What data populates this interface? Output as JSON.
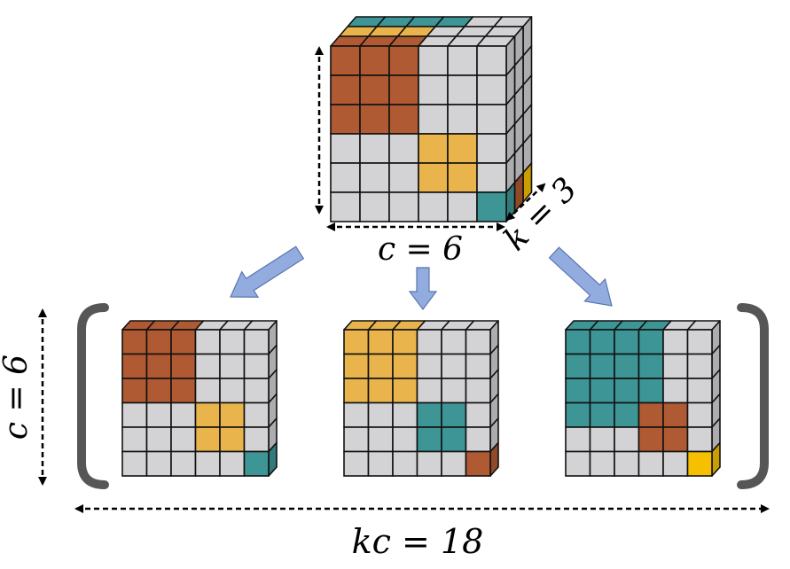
{
  "colors": {
    "rust": "#b05a33",
    "amber": "#e9b44c",
    "teal": "#3d9596",
    "gold": "#f6c000",
    "gray": "#d3d3d5",
    "arrow": "#92acdf",
    "bracket": "#565656"
  },
  "labels": {
    "top_width": "c = 6",
    "top_depth": "k = 3",
    "left_height": "c = 6",
    "bottom_width": "kc = 18"
  },
  "top_cube": {
    "rows": 6,
    "cols": 6,
    "depth": 3,
    "front": [
      [
        "rust",
        "rust",
        "rust",
        "gray",
        "gray",
        "gray"
      ],
      [
        "rust",
        "rust",
        "rust",
        "gray",
        "gray",
        "gray"
      ],
      [
        "rust",
        "rust",
        "rust",
        "gray",
        "gray",
        "gray"
      ],
      [
        "gray",
        "gray",
        "gray",
        "amber",
        "amber",
        "gray"
      ],
      [
        "gray",
        "gray",
        "gray",
        "amber",
        "amber",
        "gray"
      ],
      [
        "gray",
        "gray",
        "gray",
        "gray",
        "gray",
        "teal"
      ]
    ]
  },
  "slices": [
    {
      "front": [
        [
          "rust",
          "rust",
          "rust",
          "gray",
          "gray",
          "gray"
        ],
        [
          "rust",
          "rust",
          "rust",
          "gray",
          "gray",
          "gray"
        ],
        [
          "rust",
          "rust",
          "rust",
          "gray",
          "gray",
          "gray"
        ],
        [
          "gray",
          "gray",
          "gray",
          "amber",
          "amber",
          "gray"
        ],
        [
          "gray",
          "gray",
          "gray",
          "amber",
          "amber",
          "gray"
        ],
        [
          "gray",
          "gray",
          "gray",
          "gray",
          "gray",
          "teal"
        ]
      ]
    },
    {
      "front": [
        [
          "amber",
          "amber",
          "amber",
          "gray",
          "gray",
          "gray"
        ],
        [
          "amber",
          "amber",
          "amber",
          "gray",
          "gray",
          "gray"
        ],
        [
          "amber",
          "amber",
          "amber",
          "gray",
          "gray",
          "gray"
        ],
        [
          "gray",
          "gray",
          "gray",
          "teal",
          "teal",
          "gray"
        ],
        [
          "gray",
          "gray",
          "gray",
          "teal",
          "teal",
          "gray"
        ],
        [
          "gray",
          "gray",
          "gray",
          "gray",
          "gray",
          "rust"
        ]
      ]
    },
    {
      "front": [
        [
          "teal",
          "teal",
          "teal",
          "teal",
          "gray",
          "gray"
        ],
        [
          "teal",
          "teal",
          "teal",
          "teal",
          "gray",
          "gray"
        ],
        [
          "teal",
          "teal",
          "teal",
          "teal",
          "gray",
          "gray"
        ],
        [
          "teal",
          "teal",
          "teal",
          "rust",
          "rust",
          "gray"
        ],
        [
          "gray",
          "gray",
          "gray",
          "rust",
          "rust",
          "gray"
        ],
        [
          "gray",
          "gray",
          "gray",
          "gray",
          "gray",
          "gold"
        ]
      ]
    }
  ]
}
